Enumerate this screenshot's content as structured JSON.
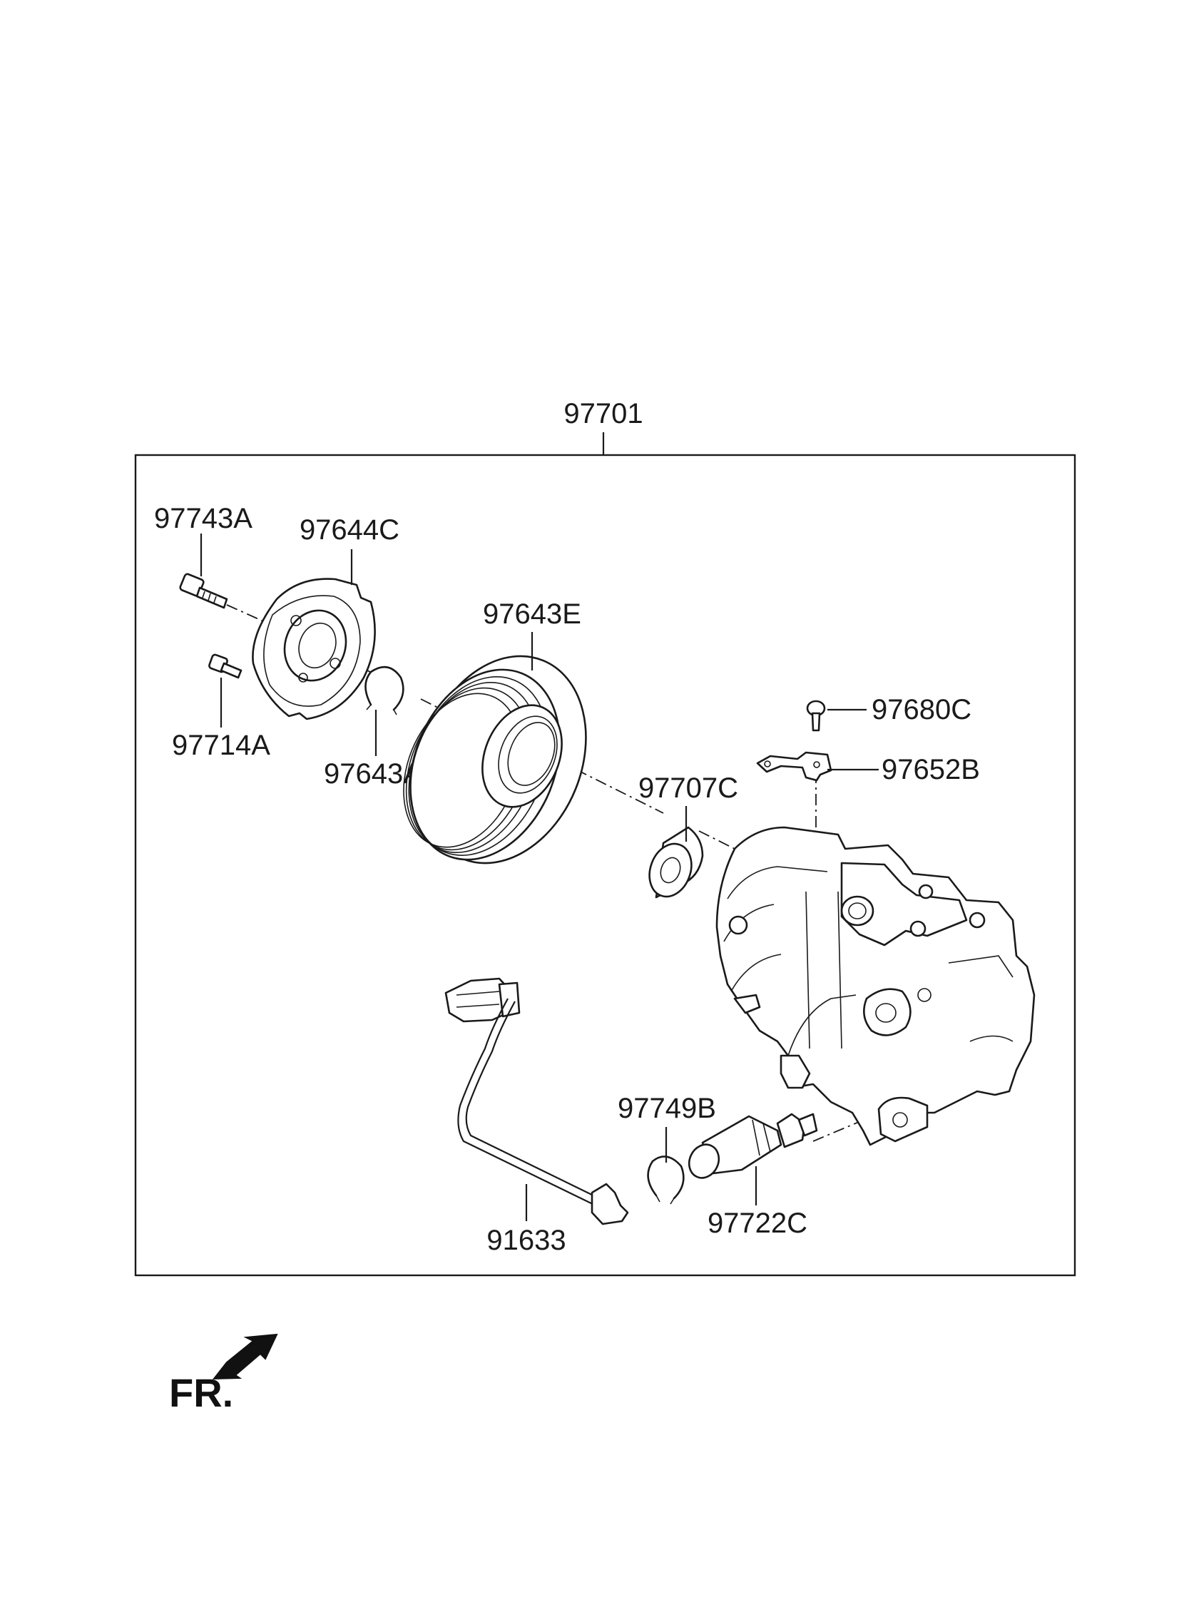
{
  "assembly": {
    "part_number": "97701"
  },
  "parts": [
    {
      "id": "97743A"
    },
    {
      "id": "97644C"
    },
    {
      "id": "97643E"
    },
    {
      "id": "97714A"
    },
    {
      "id": "97643A"
    },
    {
      "id": "97680C"
    },
    {
      "id": "97652B"
    },
    {
      "id": "97707C"
    },
    {
      "id": "97749B"
    },
    {
      "id": "91633"
    },
    {
      "id": "97722C"
    }
  ],
  "orientation": {
    "label": "FR."
  }
}
